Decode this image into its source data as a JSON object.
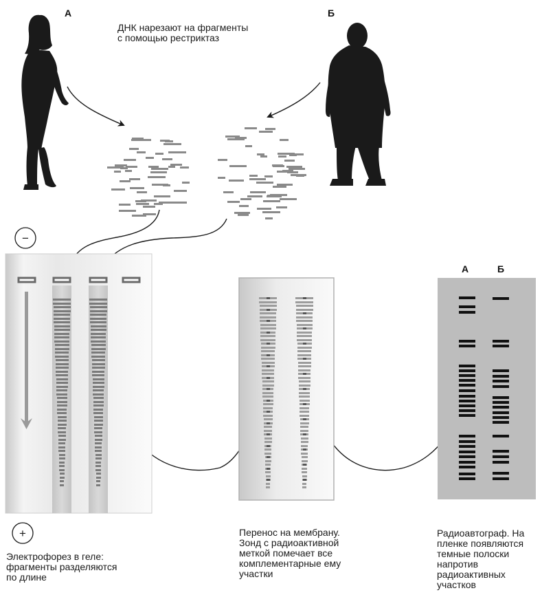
{
  "person_a_label": "А",
  "person_b_label": "Б",
  "restriction_caption": [
    "ДНК нарезают на фрагменты",
    "с помощью рестриктаз"
  ],
  "minus_sign": "−",
  "plus_sign": "+",
  "electrophoresis_caption": [
    "Электрофорез в геле:",
    "фрагменты разделяются",
    "по длине"
  ],
  "transfer_caption": [
    "Перенос на мембрану.",
    "Зонд с радиоактивной",
    "меткой помечает все",
    "комплементарные ему",
    "участки"
  ],
  "autoradiograph_caption": [
    "Радиоавтограф. На",
    "пленке появляются",
    "темные полоски",
    "напротив",
    "радиоактивных",
    "участков"
  ],
  "autoradiograph_lane_labels": [
    "А",
    "Б"
  ],
  "colors": {
    "silhouette": "#1a1a1a",
    "fragment": "#8a8a8a",
    "gel_band": "#7a7a7a",
    "membrane_band": "#555555",
    "film_bg": "#bdbdbd",
    "film_band": "#111111",
    "arrow": "#1a1a1a"
  }
}
